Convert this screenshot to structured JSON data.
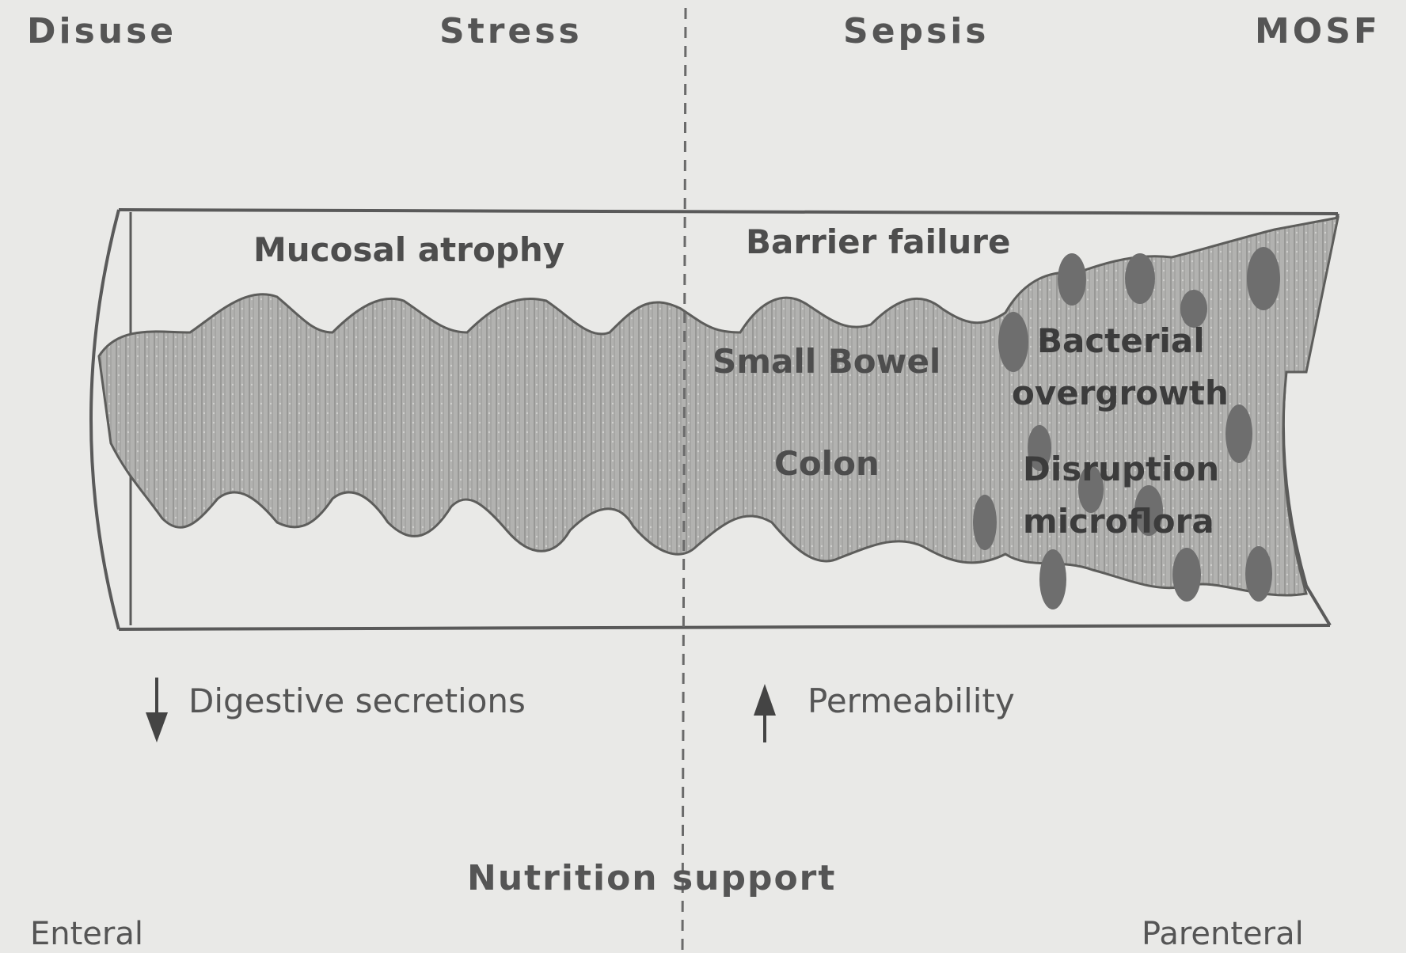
{
  "stages": {
    "disuse": "Disuse",
    "stress": "Stress",
    "sepsis": "Sepsis",
    "mosf": "MOSF"
  },
  "intestine": {
    "mucosal_atrophy": "Mucosal atrophy",
    "barrier_failure": "Barrier failure",
    "small_bowel": "Small Bowel",
    "colon": "Colon",
    "bacterial_overgrowth_line1": "Bacterial",
    "bacterial_overgrowth_line2": "overgrowth",
    "disruption_line1": "Disruption",
    "disruption_line2": "microflora"
  },
  "effects": {
    "digestive_secretions": "Digestive secretions",
    "permeability": "Permeability"
  },
  "nutrition": {
    "title": "Nutrition support",
    "enteral": "Enteral",
    "parenteral": "Parenteral"
  },
  "colors": {
    "background": "#e9e9e7",
    "tube_outline": "#5a5a5a",
    "mucosa": "#a9a9a7",
    "bacteria": "#6e6e6e"
  }
}
